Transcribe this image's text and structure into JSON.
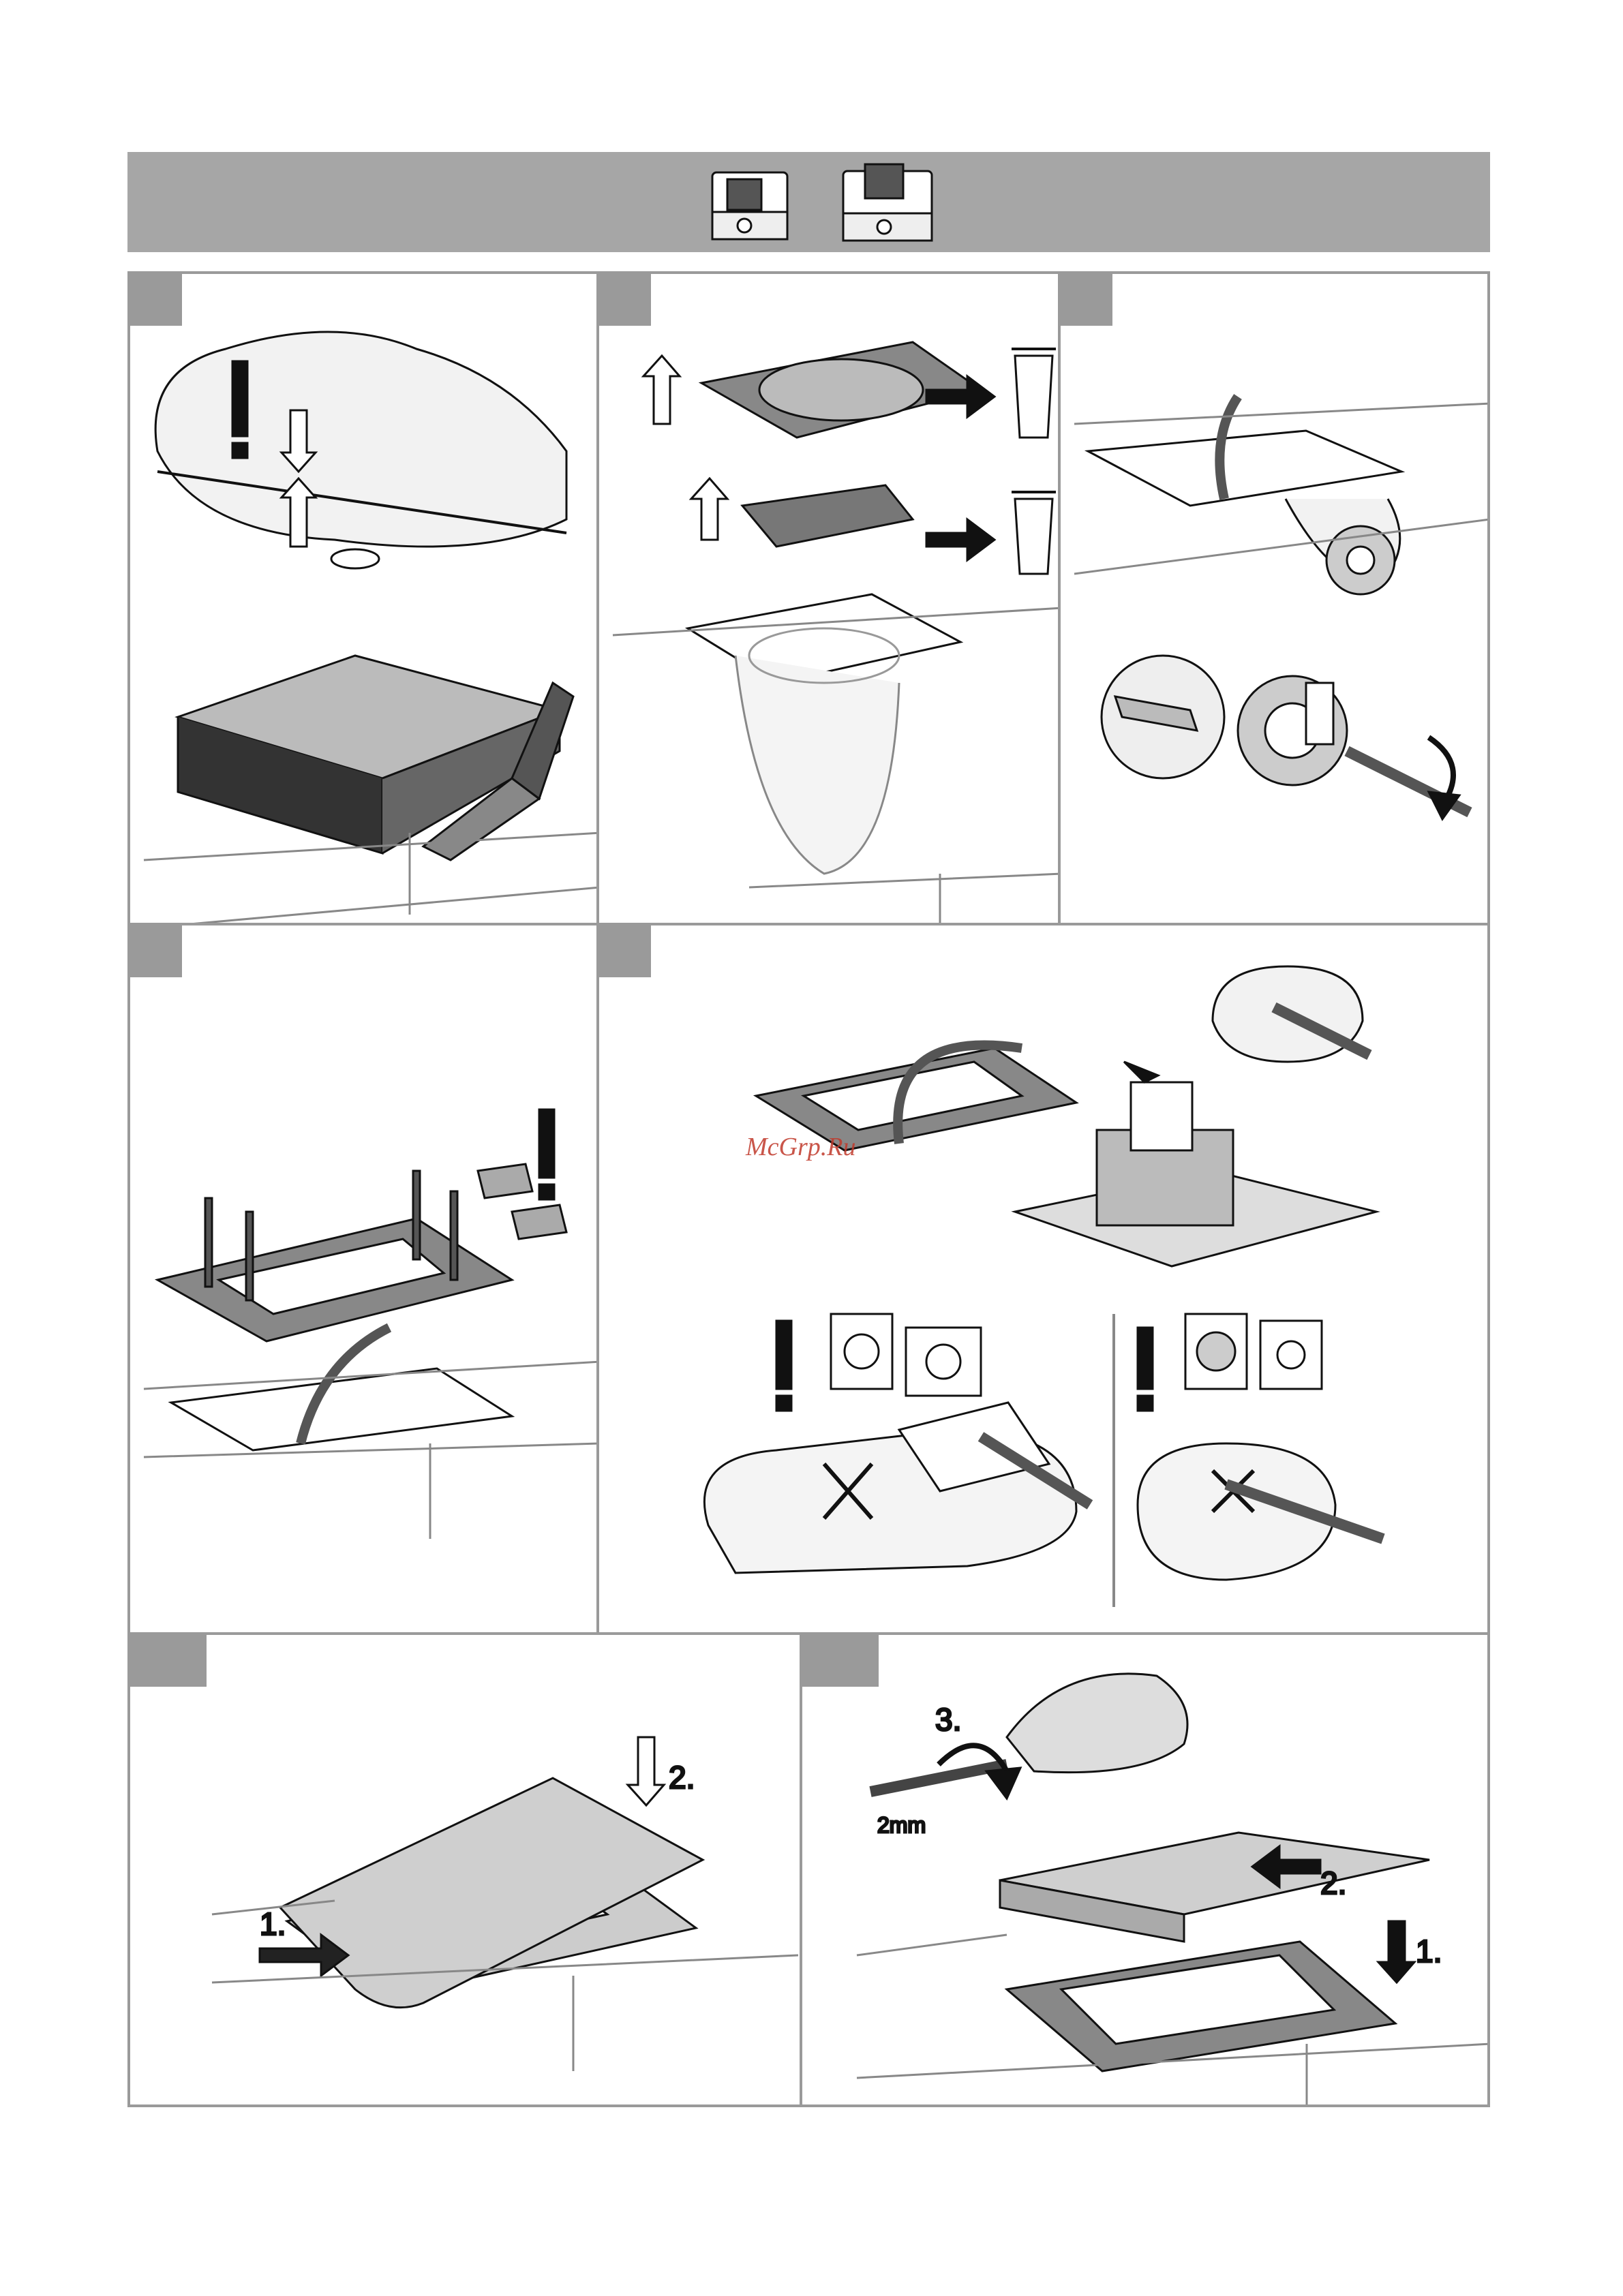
{
  "steps": [
    {
      "id": 1
    },
    {
      "id": 2
    },
    {
      "id": 3
    },
    {
      "id": 4
    },
    {
      "id": 5
    },
    {
      "id": 6,
      "labels": [
        "1.",
        "2."
      ]
    },
    {
      "id": 7,
      "labels": [
        "1.",
        "2.",
        "3."
      ],
      "dimension": "2mm"
    }
  ],
  "watermark": "McGrp.Ru",
  "colors": {
    "banner": "#a6a6a6",
    "border": "#9a9a9a",
    "ink": "#111111"
  }
}
